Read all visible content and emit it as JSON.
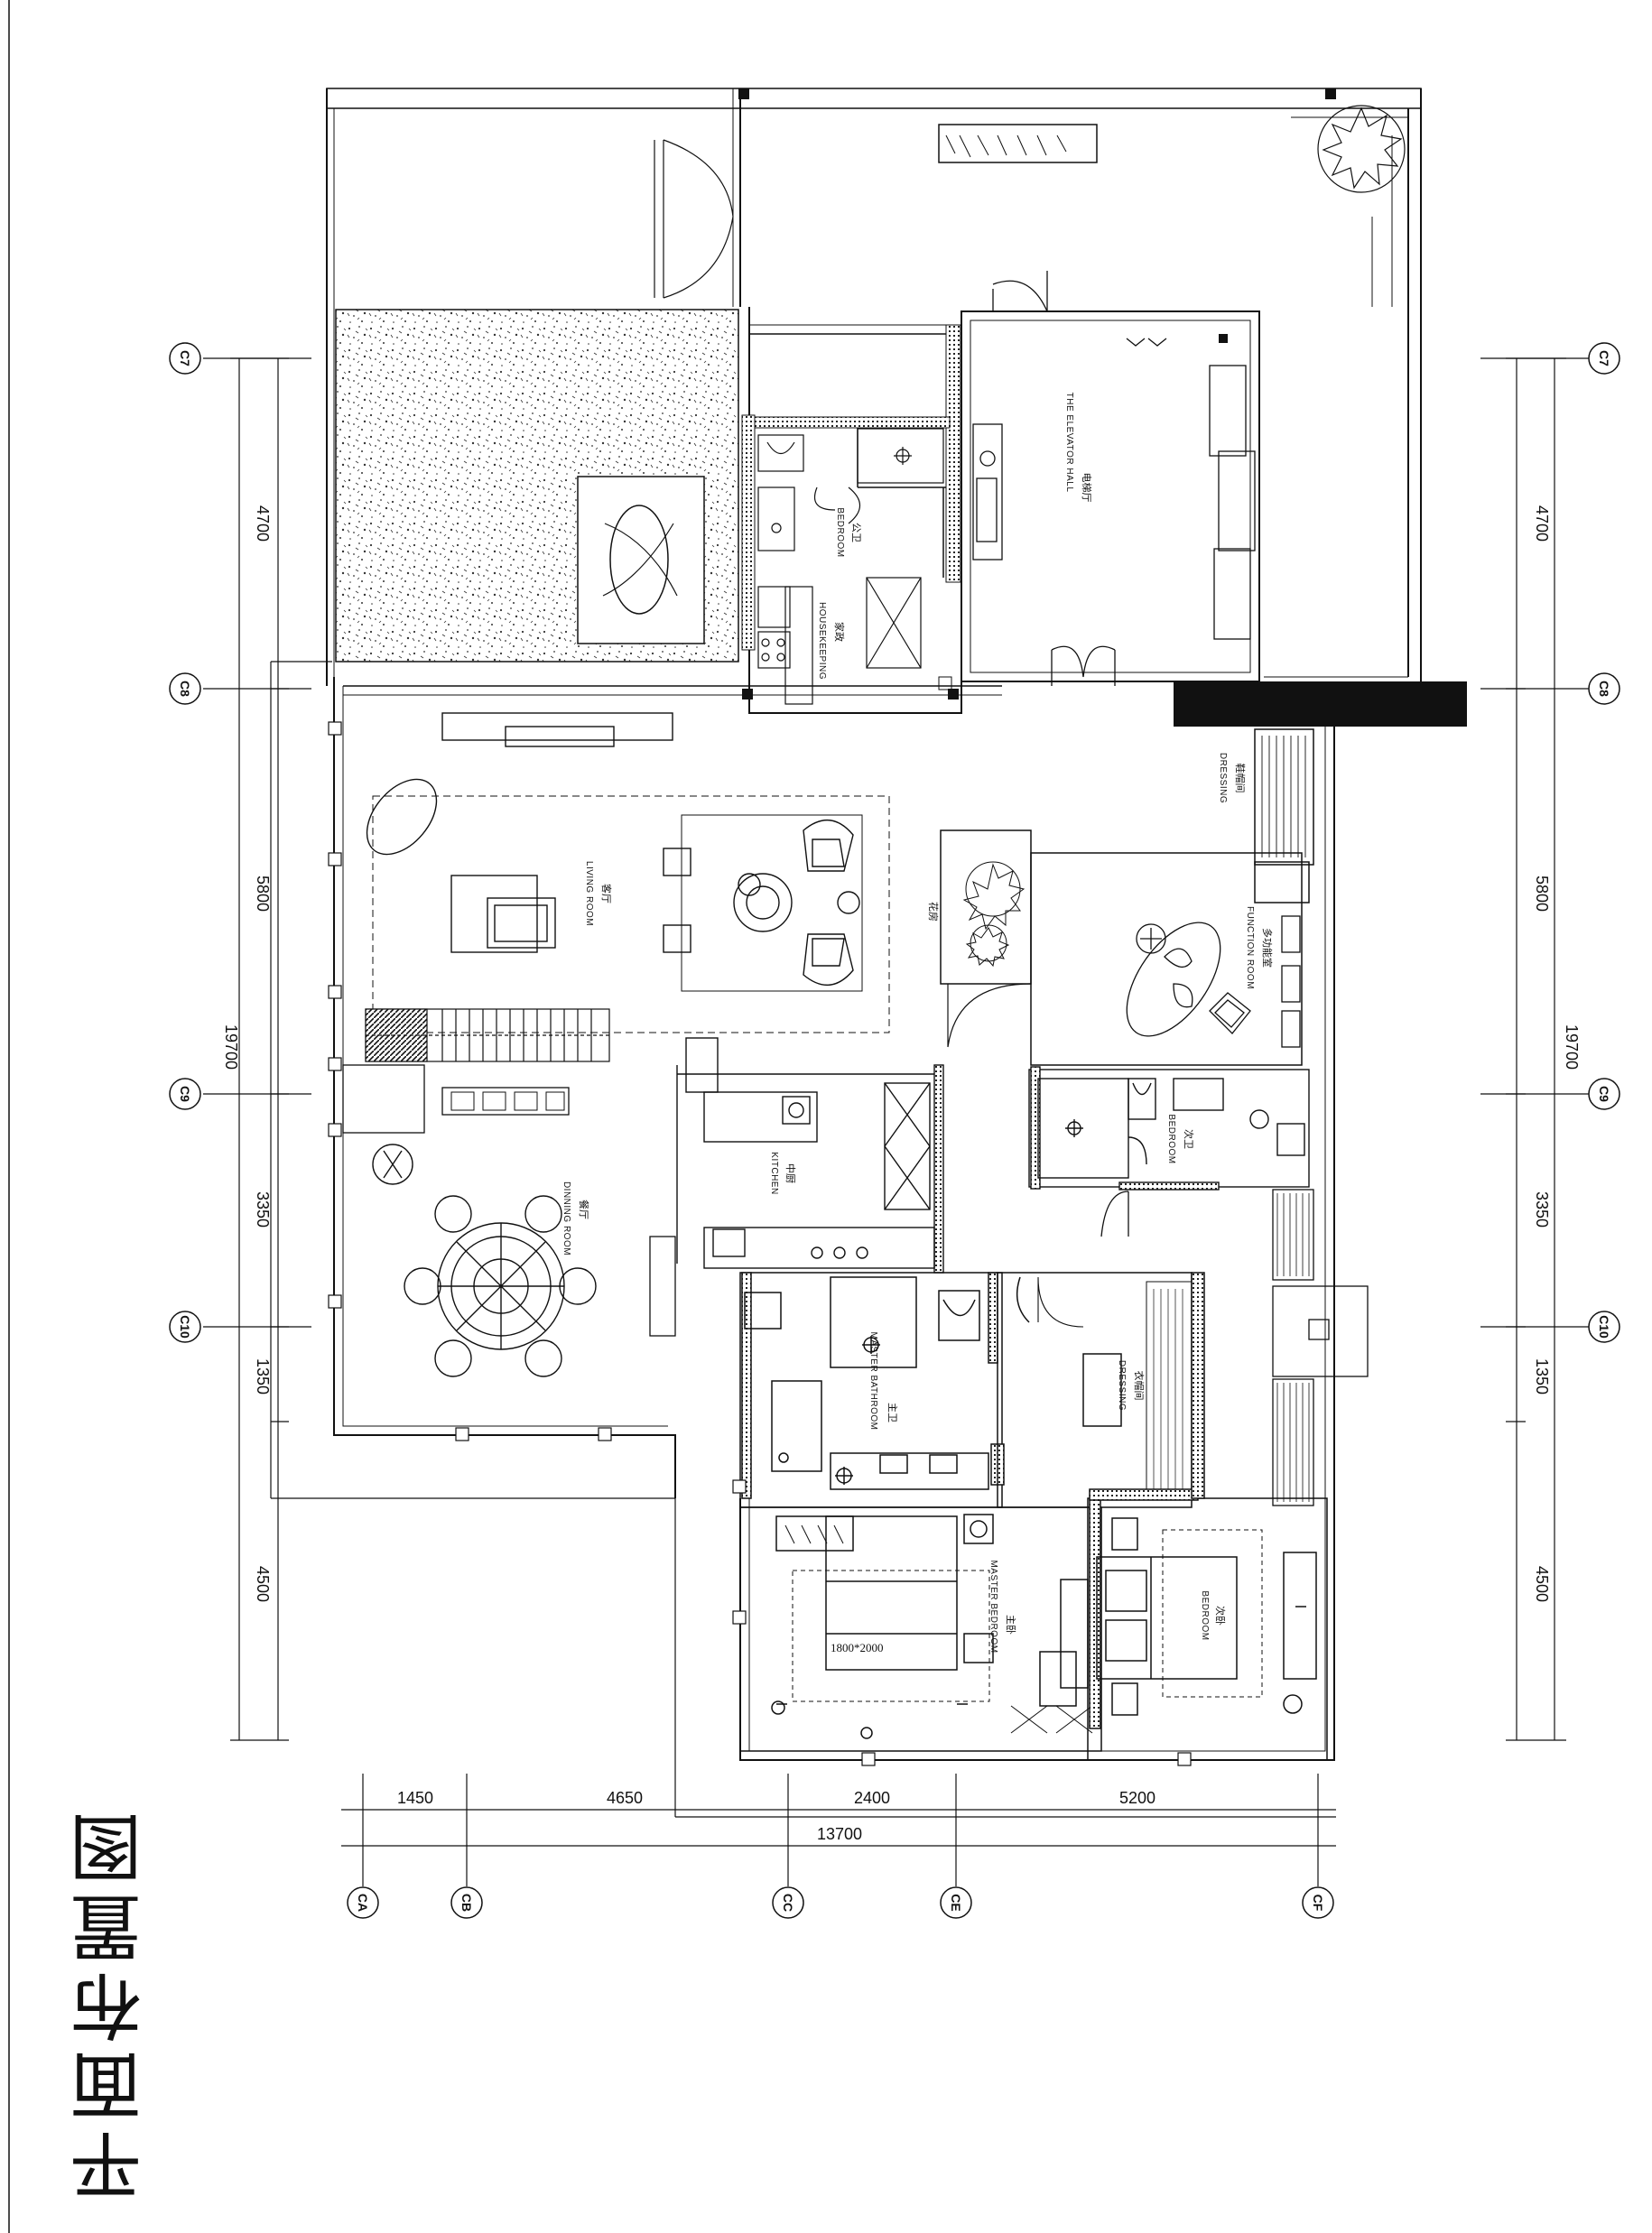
{
  "title": "平面布置图",
  "rooms": {
    "elevator_hall_en": "THE ELEVATOR HALL",
    "elevator_hall_cn": "电梯厅",
    "living_en": "LIVING ROOM",
    "living_cn": "客厅",
    "dining_en": "DINNING ROOM",
    "dining_cn": "餐厅",
    "kitchen_en": "KITCHEN",
    "kitchen_cn": "中厨",
    "housekeeping_en": "HOUSEKEEPING",
    "housekeeping_cn": "家政",
    "hk_bedroom_en": "BEDROOM",
    "hk_bedroom_cn": "公卫",
    "entry_dressing_en": "DRESSING",
    "entry_dressing_cn": "鞋帽间",
    "function_en": "FUNCTION ROOM",
    "function_cn": "多功能室",
    "garden_cn": "花房",
    "second_bath_en": "BEDROOM",
    "second_bath_cn": "次卫",
    "master_dressing_en": "DRESSING",
    "master_dressing_cn": "衣帽间",
    "master_bath_en": "MASTER BATHROOM",
    "master_bath_cn": "主卫",
    "master_bed_en": "MASTER BEDROOM",
    "master_bed_cn": "主卧",
    "bedroom_en": "BEDROOM",
    "bedroom_cn": "次卧",
    "bed_size": "1800*2000"
  },
  "grid_labels": {
    "c7": "C7",
    "c8": "C8",
    "c9": "C9",
    "c10": "C10",
    "ca": "CA",
    "cb": "CB",
    "cc": "CC",
    "ce": "CE",
    "cf": "CF"
  },
  "dims_left": {
    "d1": "4700",
    "d2": "5800",
    "d3": "3350",
    "d4": "1350",
    "d5": "4500",
    "total": "19700"
  },
  "dims_right": {
    "d1": "4700",
    "d2": "5800",
    "d3": "3350",
    "d4": "1350",
    "d5": "4500",
    "total": "19700"
  },
  "dims_bottom": {
    "d1": "1450",
    "d2": "4650",
    "d3": "2400",
    "d4": "5200",
    "total": "13700"
  }
}
